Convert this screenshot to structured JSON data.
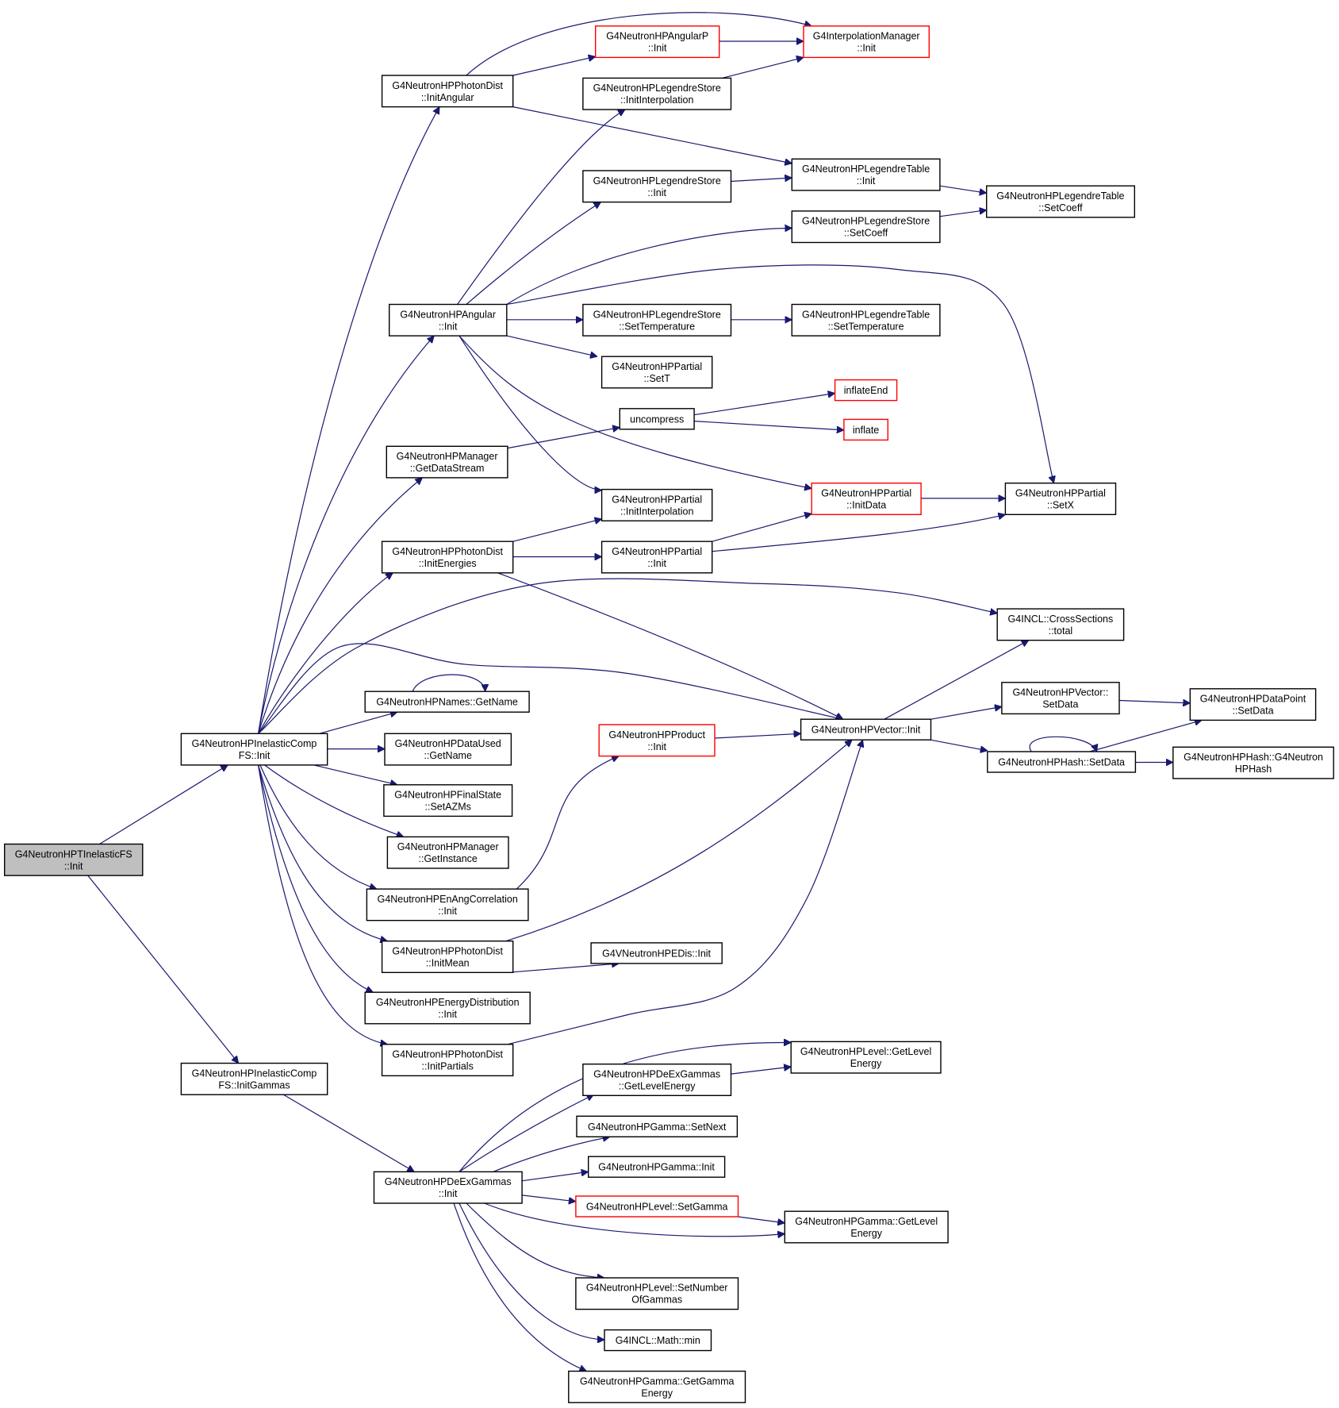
{
  "colors": {
    "edge": "#191970",
    "node_border": "#000000",
    "truncated_border": "#ff0000",
    "root_fill": "#bfbfbf",
    "node_fill": "#ffffff"
  },
  "nodes": [
    {
      "id": "root",
      "lines": [
        "G4NeutronHPTInelasticFS",
        "::Init"
      ],
      "style": "root"
    },
    {
      "id": "icfs_init",
      "lines": [
        "G4NeutronHPInelasticComp",
        "FS::Init"
      ],
      "style": "normal"
    },
    {
      "id": "icfs_initgammas",
      "lines": [
        "G4NeutronHPInelasticComp",
        "FS::InitGammas"
      ],
      "style": "normal"
    },
    {
      "id": "pd_initangular",
      "lines": [
        "G4NeutronHPPhotonDist",
        "::InitAngular"
      ],
      "style": "normal"
    },
    {
      "id": "angularp_init",
      "lines": [
        "G4NeutronHPAngularP",
        "::Init"
      ],
      "style": "truncated"
    },
    {
      "id": "interp_init",
      "lines": [
        "G4InterpolationManager",
        "::Init"
      ],
      "style": "truncated"
    },
    {
      "id": "ls_initinterp",
      "lines": [
        "G4NeutronHPLegendreStore",
        "::InitInterpolation"
      ],
      "style": "normal"
    },
    {
      "id": "ls_init",
      "lines": [
        "G4NeutronHPLegendreStore",
        "::Init"
      ],
      "style": "normal"
    },
    {
      "id": "lt_init",
      "lines": [
        "G4NeutronHPLegendreTable",
        "::Init"
      ],
      "style": "normal"
    },
    {
      "id": "lt_setcoeff",
      "lines": [
        "G4NeutronHPLegendreTable",
        "::SetCoeff"
      ],
      "style": "normal"
    },
    {
      "id": "ls_setcoeff",
      "lines": [
        "G4NeutronHPLegendreStore",
        "::SetCoeff"
      ],
      "style": "normal"
    },
    {
      "id": "angular_init",
      "lines": [
        "G4NeutronHPAngular",
        "::Init"
      ],
      "style": "normal"
    },
    {
      "id": "ls_settemp",
      "lines": [
        "G4NeutronHPLegendreStore",
        "::SetTemperature"
      ],
      "style": "normal"
    },
    {
      "id": "lt_settemp",
      "lines": [
        "G4NeutronHPLegendreTable",
        "::SetTemperature"
      ],
      "style": "normal"
    },
    {
      "id": "partial_sett",
      "lines": [
        "G4NeutronHPPartial",
        "::SetT"
      ],
      "style": "normal"
    },
    {
      "id": "inflateend",
      "lines": [
        "inflateEnd"
      ],
      "style": "truncated"
    },
    {
      "id": "uncompress",
      "lines": [
        "uncompress"
      ],
      "style": "normal"
    },
    {
      "id": "inflate",
      "lines": [
        "inflate"
      ],
      "style": "truncated"
    },
    {
      "id": "mgr_getdatastream",
      "lines": [
        "G4NeutronHPManager",
        "::GetDataStream"
      ],
      "style": "normal"
    },
    {
      "id": "partial_initdata",
      "lines": [
        "G4NeutronHPPartial",
        "::InitData"
      ],
      "style": "truncated"
    },
    {
      "id": "partial_setx",
      "lines": [
        "G4NeutronHPPartial",
        "::SetX"
      ],
      "style": "normal"
    },
    {
      "id": "partial_initinterp",
      "lines": [
        "G4NeutronHPPartial",
        "::InitInterpolation"
      ],
      "style": "normal"
    },
    {
      "id": "pd_initenergies",
      "lines": [
        "G4NeutronHPPhotonDist",
        "::InitEnergies"
      ],
      "style": "normal"
    },
    {
      "id": "partial_init",
      "lines": [
        "G4NeutronHPPartial",
        "::Init"
      ],
      "style": "normal"
    },
    {
      "id": "cs_total",
      "lines": [
        "G4INCL::CrossSections",
        "::total"
      ],
      "style": "normal"
    },
    {
      "id": "names_getname",
      "lines": [
        "G4NeutronHPNames::GetName"
      ],
      "style": "normal"
    },
    {
      "id": "vector_setdata",
      "lines": [
        "G4NeutronHPVector::",
        "SetData"
      ],
      "style": "normal"
    },
    {
      "id": "datapoint_setdata",
      "lines": [
        "G4NeutronHPDataPoint",
        "::SetData"
      ],
      "style": "normal"
    },
    {
      "id": "dataused_getname",
      "lines": [
        "G4NeutronHPDataUsed",
        "::GetName"
      ],
      "style": "normal"
    },
    {
      "id": "product_init",
      "lines": [
        "G4NeutronHPProduct",
        "::Init"
      ],
      "style": "truncated"
    },
    {
      "id": "vector_init",
      "lines": [
        "G4NeutronHPVector::Init"
      ],
      "style": "normal"
    },
    {
      "id": "hash_setdata",
      "lines": [
        "G4NeutronHPHash::SetData"
      ],
      "style": "normal"
    },
    {
      "id": "hash_ctor",
      "lines": [
        "G4NeutronHPHash::G4Neutron",
        "HPHash"
      ],
      "style": "normal"
    },
    {
      "id": "fs_setazms",
      "lines": [
        "G4NeutronHPFinalState",
        "::SetAZMs"
      ],
      "style": "normal"
    },
    {
      "id": "mgr_getinstance",
      "lines": [
        "G4NeutronHPManager",
        "::GetInstance"
      ],
      "style": "normal"
    },
    {
      "id": "enang_init",
      "lines": [
        "G4NeutronHPEnAngCorrelation",
        "::Init"
      ],
      "style": "normal"
    },
    {
      "id": "pd_initmean",
      "lines": [
        "G4NeutronHPPhotonDist",
        "::InitMean"
      ],
      "style": "normal"
    },
    {
      "id": "vedis_init",
      "lines": [
        "G4VNeutronHPEDis::Init"
      ],
      "style": "normal"
    },
    {
      "id": "ed_init",
      "lines": [
        "G4NeutronHPEnergyDistribution",
        "::Init"
      ],
      "style": "normal"
    },
    {
      "id": "pd_initpartials",
      "lines": [
        "G4NeutronHPPhotonDist",
        "::InitPartials"
      ],
      "style": "normal"
    },
    {
      "id": "level_getlevelenergy",
      "lines": [
        "G4NeutronHPLevel::GetLevel",
        "Energy"
      ],
      "style": "normal"
    },
    {
      "id": "dex_getlevelenergy",
      "lines": [
        "G4NeutronHPDeExGammas",
        "::GetLevelEnergy"
      ],
      "style": "normal"
    },
    {
      "id": "gamma_setnext",
      "lines": [
        "G4NeutronHPGamma::SetNext"
      ],
      "style": "normal"
    },
    {
      "id": "dex_init",
      "lines": [
        "G4NeutronHPDeExGammas",
        "::Init"
      ],
      "style": "normal"
    },
    {
      "id": "gamma_init",
      "lines": [
        "G4NeutronHPGamma::Init"
      ],
      "style": "normal"
    },
    {
      "id": "level_setgamma",
      "lines": [
        "G4NeutronHPLevel::SetGamma"
      ],
      "style": "truncated"
    },
    {
      "id": "gamma_getlevelenergy",
      "lines": [
        "G4NeutronHPGamma::GetLevel",
        "Energy"
      ],
      "style": "normal"
    },
    {
      "id": "level_setnumberofgammas",
      "lines": [
        "G4NeutronHPLevel::SetNumber",
        "OfGammas"
      ],
      "style": "normal"
    },
    {
      "id": "math_min",
      "lines": [
        "G4INCL::Math::min"
      ],
      "style": "normal"
    },
    {
      "id": "gamma_getgammaenergy",
      "lines": [
        "G4NeutronHPGamma::GetGamma",
        "Energy"
      ],
      "style": "normal"
    }
  ],
  "edges": [
    [
      "root",
      "icfs_init"
    ],
    [
      "root",
      "icfs_initgammas"
    ],
    [
      "icfs_init",
      "pd_initangular"
    ],
    [
      "icfs_init",
      "angular_init"
    ],
    [
      "icfs_init",
      "mgr_getdatastream"
    ],
    [
      "icfs_init",
      "pd_initenergies"
    ],
    [
      "icfs_init",
      "cs_total"
    ],
    [
      "icfs_init",
      "vector_init"
    ],
    [
      "icfs_init",
      "names_getname"
    ],
    [
      "icfs_init",
      "dataused_getname"
    ],
    [
      "icfs_init",
      "fs_setazms"
    ],
    [
      "icfs_init",
      "mgr_getinstance"
    ],
    [
      "icfs_init",
      "enang_init"
    ],
    [
      "icfs_init",
      "pd_initmean"
    ],
    [
      "icfs_init",
      "ed_init"
    ],
    [
      "icfs_init",
      "pd_initpartials"
    ],
    [
      "pd_initangular",
      "angularp_init"
    ],
    [
      "pd_initangular",
      "interp_init"
    ],
    [
      "pd_initangular",
      "lt_init"
    ],
    [
      "angularp_init",
      "interp_init"
    ],
    [
      "ls_initinterp",
      "interp_init"
    ],
    [
      "ls_init",
      "lt_init"
    ],
    [
      "lt_init",
      "lt_setcoeff"
    ],
    [
      "ls_setcoeff",
      "lt_setcoeff"
    ],
    [
      "angular_init",
      "ls_initinterp"
    ],
    [
      "angular_init",
      "ls_init"
    ],
    [
      "angular_init",
      "ls_setcoeff"
    ],
    [
      "angular_init",
      "partial_setx"
    ],
    [
      "angular_init",
      "ls_settemp"
    ],
    [
      "angular_init",
      "partial_sett"
    ],
    [
      "angular_init",
      "partial_initdata"
    ],
    [
      "angular_init",
      "partial_initinterp"
    ],
    [
      "ls_settemp",
      "lt_settemp"
    ],
    [
      "mgr_getdatastream",
      "uncompress"
    ],
    [
      "uncompress",
      "inflateend"
    ],
    [
      "uncompress",
      "inflate"
    ],
    [
      "partial_initdata",
      "partial_setx"
    ],
    [
      "pd_initenergies",
      "partial_initinterp"
    ],
    [
      "pd_initenergies",
      "partial_init"
    ],
    [
      "pd_initenergies",
      "vector_init"
    ],
    [
      "partial_init",
      "partial_initdata"
    ],
    [
      "partial_init",
      "partial_setx"
    ],
    [
      "names_getname",
      "names_getname"
    ],
    [
      "vector_init",
      "cs_total"
    ],
    [
      "vector_init",
      "vector_setdata"
    ],
    [
      "vector_init",
      "hash_setdata"
    ],
    [
      "vector_setdata",
      "datapoint_setdata"
    ],
    [
      "hash_setdata",
      "datapoint_setdata"
    ],
    [
      "hash_setdata",
      "hash_ctor"
    ],
    [
      "hash_setdata",
      "hash_setdata"
    ],
    [
      "enang_init",
      "product_init"
    ],
    [
      "product_init",
      "vector_init"
    ],
    [
      "pd_initmean",
      "vector_init"
    ],
    [
      "pd_initmean",
      "vedis_init"
    ],
    [
      "pd_initpartials",
      "vector_init"
    ],
    [
      "icfs_initgammas",
      "dex_init"
    ],
    [
      "dex_init",
      "level_getlevelenergy"
    ],
    [
      "dex_init",
      "dex_getlevelenergy"
    ],
    [
      "dex_init",
      "gamma_setnext"
    ],
    [
      "dex_init",
      "gamma_init"
    ],
    [
      "dex_init",
      "level_setgamma"
    ],
    [
      "dex_init",
      "gamma_getlevelenergy"
    ],
    [
      "dex_init",
      "level_setnumberofgammas"
    ],
    [
      "dex_init",
      "math_min"
    ],
    [
      "dex_init",
      "gamma_getgammaenergy"
    ],
    [
      "dex_getlevelenergy",
      "level_getlevelenergy"
    ],
    [
      "level_setgamma",
      "gamma_getlevelenergy"
    ]
  ]
}
